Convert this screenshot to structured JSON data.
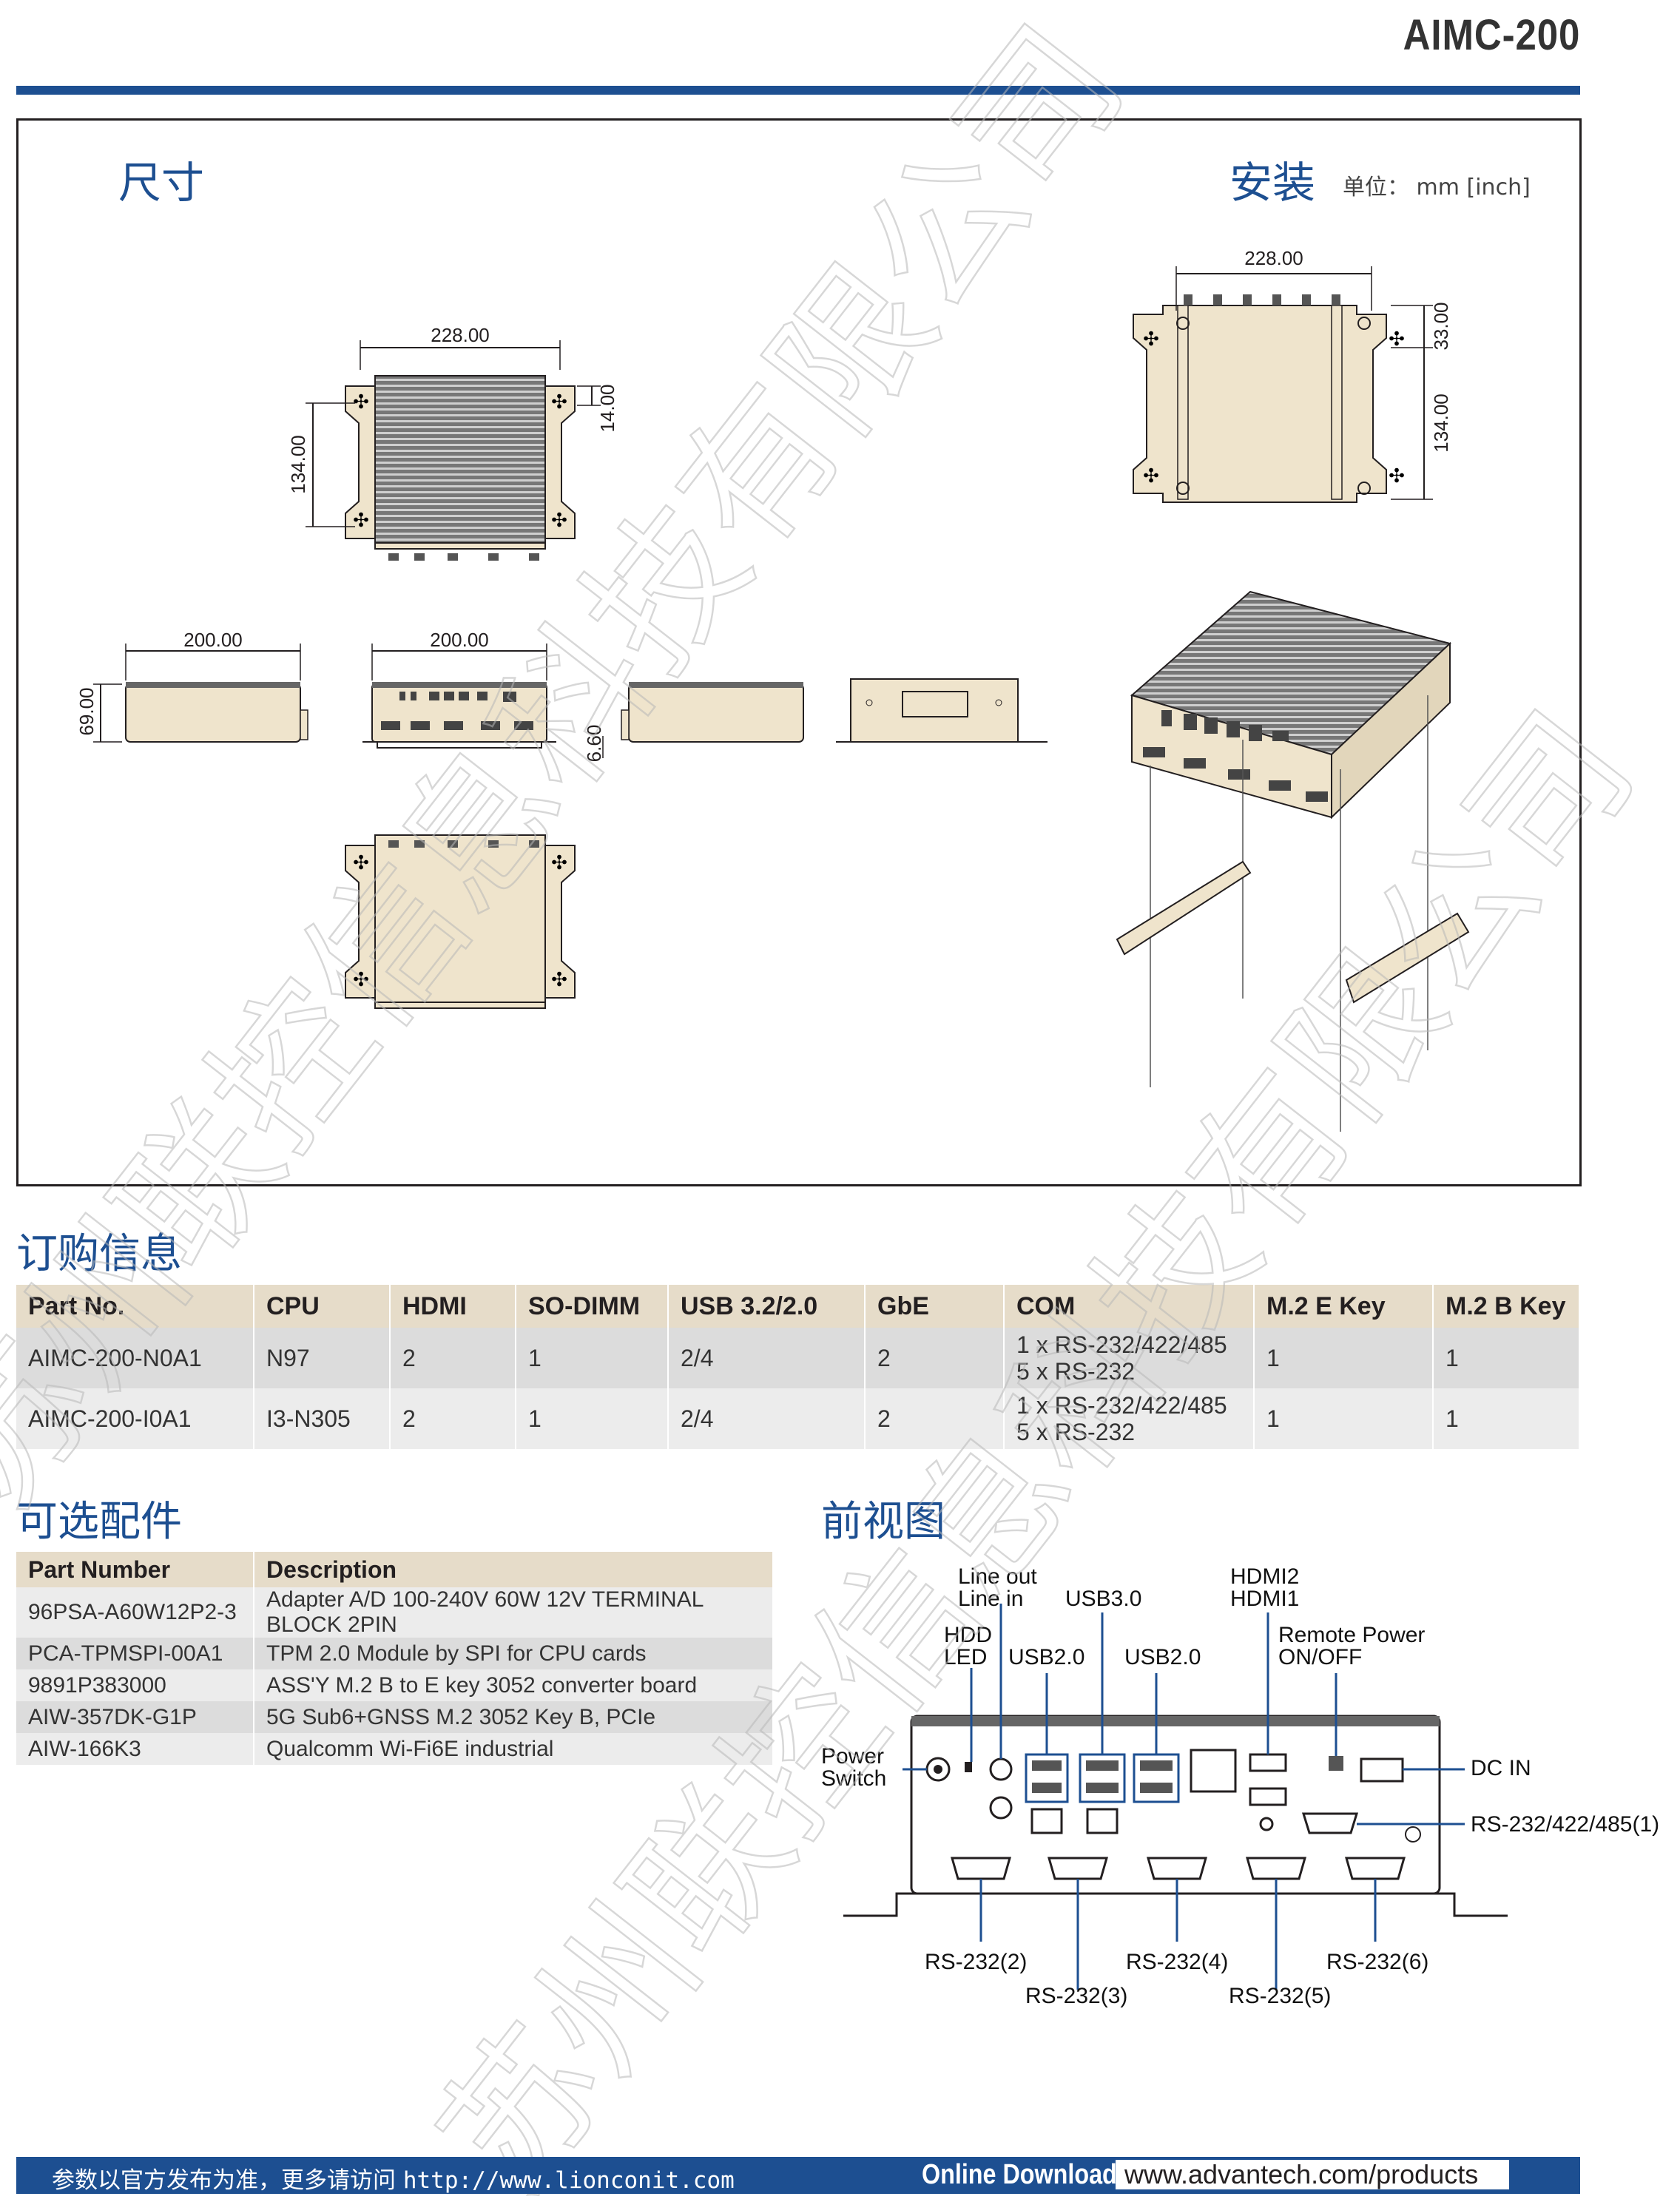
{
  "header": {
    "model": "AIMC-200"
  },
  "dimensions": {
    "title": "尺寸",
    "install_title": "安装",
    "unit_label": "单位： mm [inch]",
    "dims": {
      "top_width": "228.00",
      "top_depth": "134.00",
      "top_ear": "14.00",
      "side_width_a": "200.00",
      "side_height": "69.00",
      "side_width_b": "200.00",
      "foot_height": "6.60",
      "mount_width": "228.00",
      "mount_ear": "33.00",
      "mount_depth": "134.00"
    }
  },
  "ordering": {
    "title": "订购信息",
    "headers": [
      "Part No.",
      "CPU",
      "HDMI",
      "SO-DIMM",
      "USB 3.2/2.0",
      "GbE",
      "COM",
      "M.2 E Key",
      "M.2 B Key"
    ],
    "rows": [
      {
        "part": "AIMC-200-N0A1",
        "cpu": "N97",
        "hdmi": "2",
        "sodimm": "1",
        "usb": "2/4",
        "gbe": "2",
        "com1": "1 x RS-232/422/485",
        "com2": "5 x RS-232",
        "m2e": "1",
        "m2b": "1"
      },
      {
        "part": "AIMC-200-I0A1",
        "cpu": "I3-N305",
        "hdmi": "2",
        "sodimm": "1",
        "usb": "2/4",
        "gbe": "2",
        "com1": "1 x RS-232/422/485",
        "com2": "5 x RS-232",
        "m2e": "1",
        "m2b": "1"
      }
    ]
  },
  "accessories": {
    "title": "可选配件",
    "headers": [
      "Part Number",
      "Description"
    ],
    "rows": [
      {
        "pn": "96PSA-A60W12P2-3",
        "desc": "Adapter A/D 100-240V 60W 12V TERMINAL BLOCK 2PIN"
      },
      {
        "pn": "PCA-TPMSPI-00A1",
        "desc": "TPM 2.0 Module by SPI for CPU cards"
      },
      {
        "pn": "9891P383000",
        "desc": "ASS'Y M.2 B to E key 3052 converter board"
      },
      {
        "pn": "AIW-357DK-G1P",
        "desc": "5G Sub6+GNSS M.2 3052 Key B, PCIe"
      },
      {
        "pn": "AIW-166K3",
        "desc": "Qualcomm Wi-Fi6E industrial"
      }
    ]
  },
  "front_view": {
    "title": "前视图",
    "labels": {
      "line_out": "Line out",
      "line_in": "Line in",
      "usb30": "USB3.0",
      "hdmi2": "HDMI2",
      "hdmi1": "HDMI1",
      "hdd": "HDD",
      "led": "LED",
      "usb20a": "USB2.0",
      "usb20b": "USB2.0",
      "remote1": "Remote Power",
      "remote2": "ON/OFF",
      "power1": "Power",
      "power2": "Switch",
      "dcin": "DC IN",
      "rs485": "RS-232/422/485(1)",
      "rs2": "RS-232(2)",
      "rs3": "RS-232(3)",
      "rs4": "RS-232(4)",
      "rs5": "RS-232(5)",
      "rs6": "RS-232(6)"
    }
  },
  "footer": {
    "note": "参数以官方发布为准，更多请访问",
    "url": "http://www.lionconit.com",
    "download_label": "Online Download",
    "download_url": "www.advantech.com/products"
  },
  "watermark": "苏州联控信息科技有限公司",
  "colors": {
    "accent": "#1d4f91",
    "chassis": "#efe4cc",
    "table_header": "#e6dcc9"
  }
}
